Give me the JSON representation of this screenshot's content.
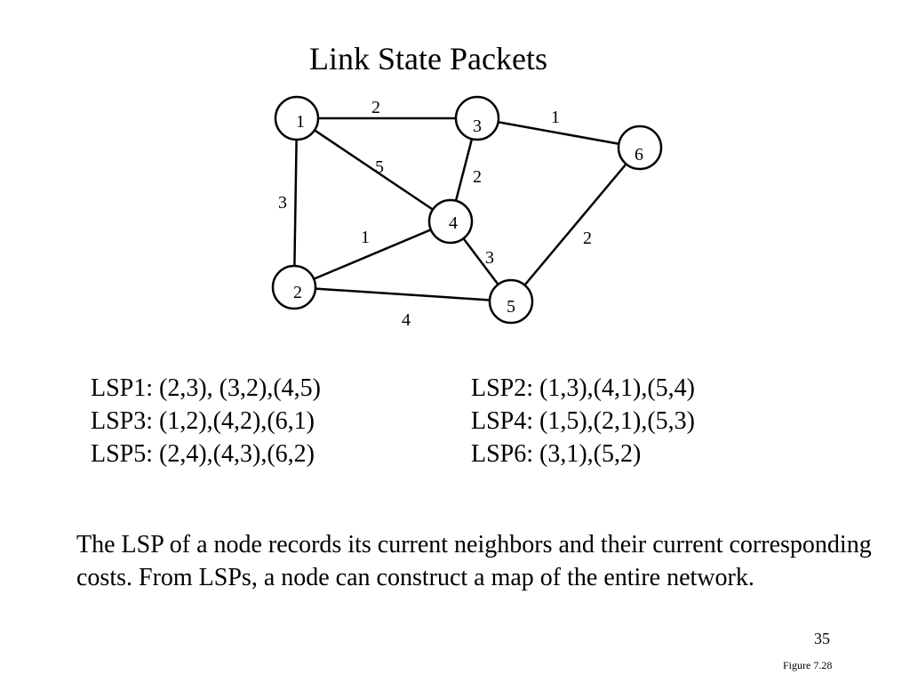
{
  "title": "Link State Packets",
  "graph": {
    "nodes": [
      {
        "id": "1",
        "label": "1"
      },
      {
        "id": "2",
        "label": "2"
      },
      {
        "id": "3",
        "label": "3"
      },
      {
        "id": "4",
        "label": "4"
      },
      {
        "id": "5",
        "label": "5"
      },
      {
        "id": "6",
        "label": "6"
      }
    ],
    "edges": [
      {
        "from": "1",
        "to": "3",
        "cost": "2"
      },
      {
        "from": "1",
        "to": "4",
        "cost": "5"
      },
      {
        "from": "1",
        "to": "2",
        "cost": "3"
      },
      {
        "from": "3",
        "to": "6",
        "cost": "1"
      },
      {
        "from": "3",
        "to": "4",
        "cost": "2"
      },
      {
        "from": "2",
        "to": "4",
        "cost": "1"
      },
      {
        "from": "4",
        "to": "5",
        "cost": "3"
      },
      {
        "from": "6",
        "to": "5",
        "cost": "2"
      },
      {
        "from": "2",
        "to": "5",
        "cost": "4"
      }
    ]
  },
  "lsps": {
    "lsp1": "LSP1: (2,3), (3,2),(4,5)",
    "lsp2": "LSP2: (1,3),(4,1),(5,4)",
    "lsp3": "LSP3: (1,2),(4,2),(6,1)",
    "lsp4": "LSP4: (1,5),(2,1),(5,3)",
    "lsp5": "LSP5: (2,4),(4,3),(6,2)",
    "lsp6": "LSP6: (3,1),(5,2)"
  },
  "description": "The LSP of a node records its current neighbors and their current corresponding costs. From LSPs, a node can construct a map of the entire network.",
  "page_number": "35",
  "figure_ref": "Figure 7.28"
}
